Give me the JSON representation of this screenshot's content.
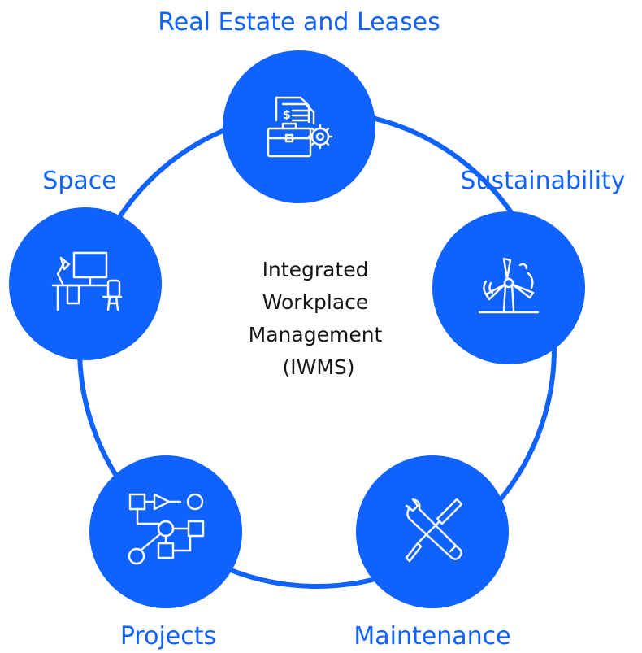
{
  "center": {
    "lines": [
      "Integrated",
      "Workplace",
      "Management",
      "(IWMS)"
    ]
  },
  "nodes": [
    {
      "label": "Real Estate and Leases",
      "icon": "documents-briefcase-gear-icon"
    },
    {
      "label": "Sustainability",
      "icon": "wind-turbine-icon"
    },
    {
      "label": "Maintenance",
      "icon": "wrench-screwdriver-icon"
    },
    {
      "label": "Projects",
      "icon": "workflow-icon"
    },
    {
      "label": "Space",
      "icon": "desk-workspace-icon"
    }
  ],
  "colors": {
    "accent": "#0f62fe",
    "text": "#161616",
    "icon": "#ffffff",
    "background": "#ffffff"
  }
}
